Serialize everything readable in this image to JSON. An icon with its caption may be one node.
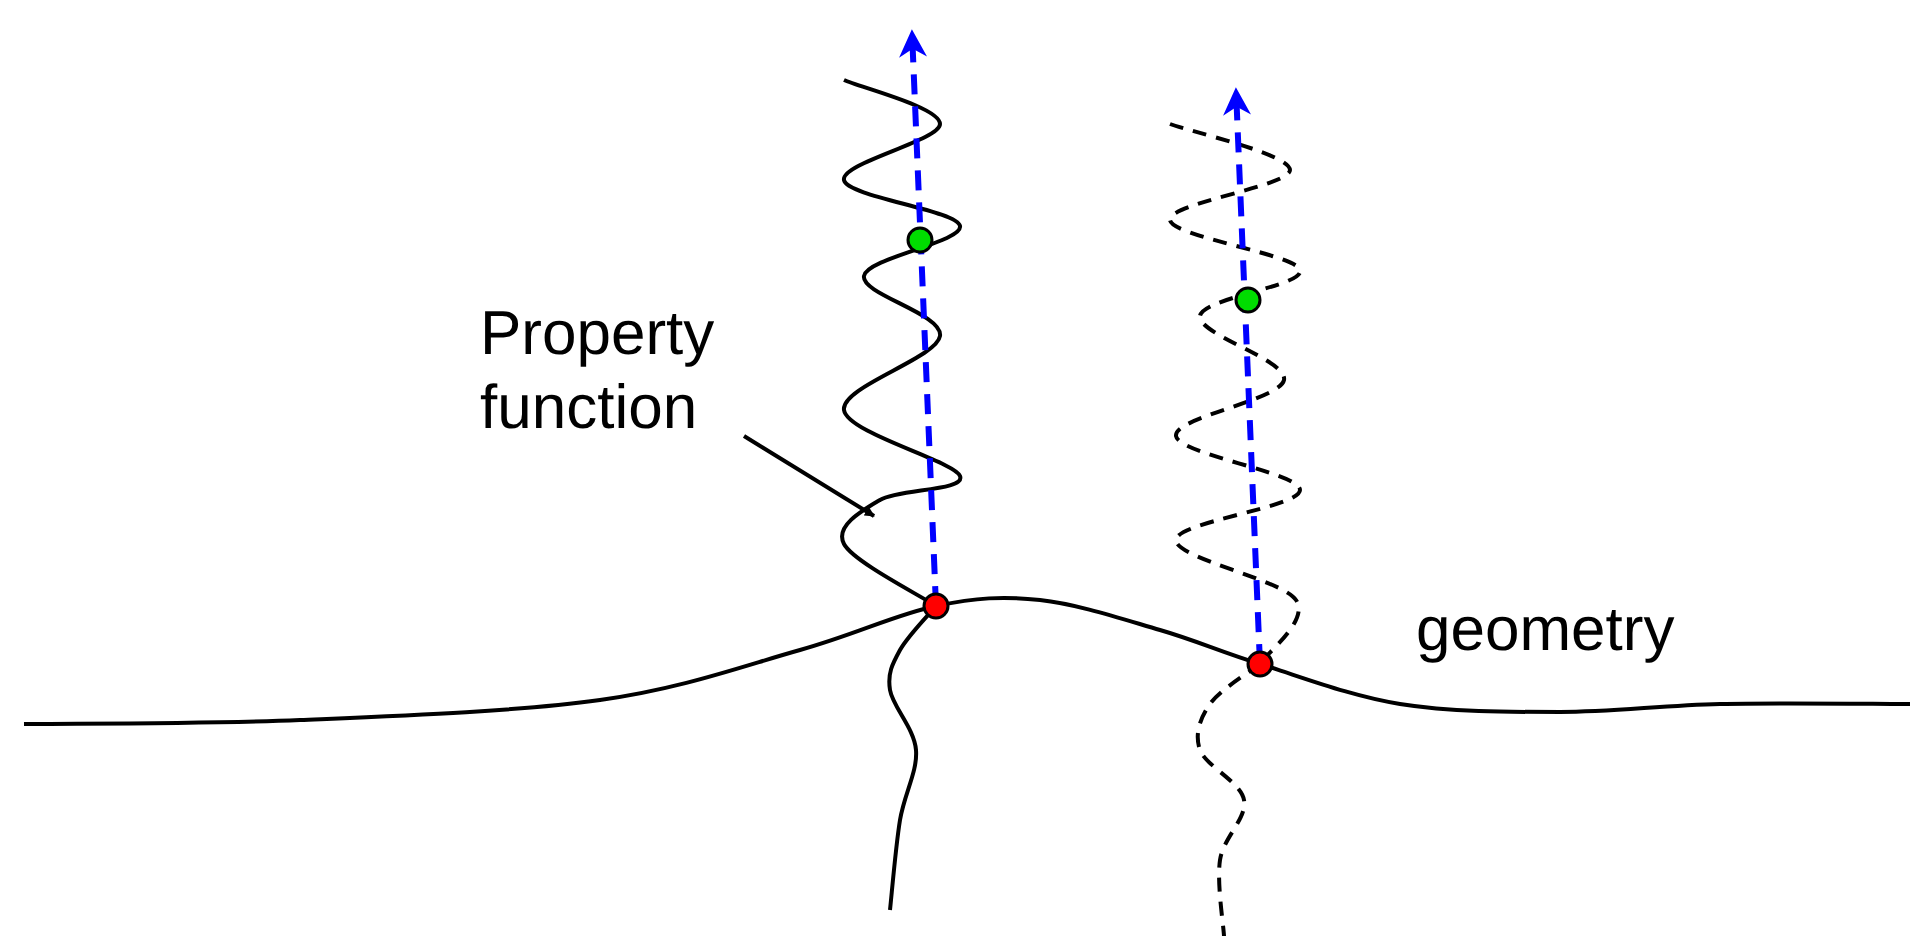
{
  "diagram": {
    "nodes": [
      {
        "text": [
          "Property function"
        ]
      },
      {
        "text": [],
        "shape": "curve"
      }
    ],
    "edges": [
      {
        "from": 0,
        "to": 1,
        "arrow": "to"
      }
    ],
    "labels": [
      "geometry"
    ]
  }
}
